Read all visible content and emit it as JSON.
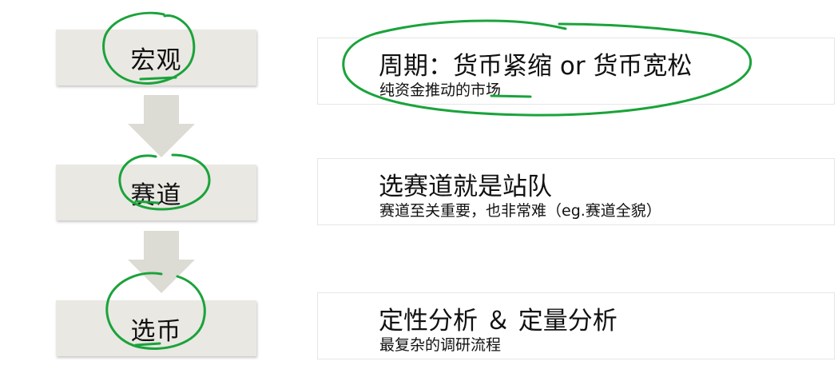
{
  "stages": [
    {
      "label": "宏观"
    },
    {
      "label": "赛道"
    },
    {
      "label": "选币"
    }
  ],
  "descriptions": [
    {
      "title": "周期：货币紧缩 or 货币宽松",
      "subtitle": "纯资金推动的市场"
    },
    {
      "title": "选赛道就是站队",
      "subtitle": "赛道至关重要，也非常难（eg.赛道全貌）"
    },
    {
      "title": "定性分析 ＆ 定量分析",
      "subtitle": "最复杂的调研流程"
    }
  ],
  "colors": {
    "stage_fill": "#e9e8e3",
    "arrow_fill": "#dcdbd4",
    "annotation_green": "#1aa33a"
  }
}
